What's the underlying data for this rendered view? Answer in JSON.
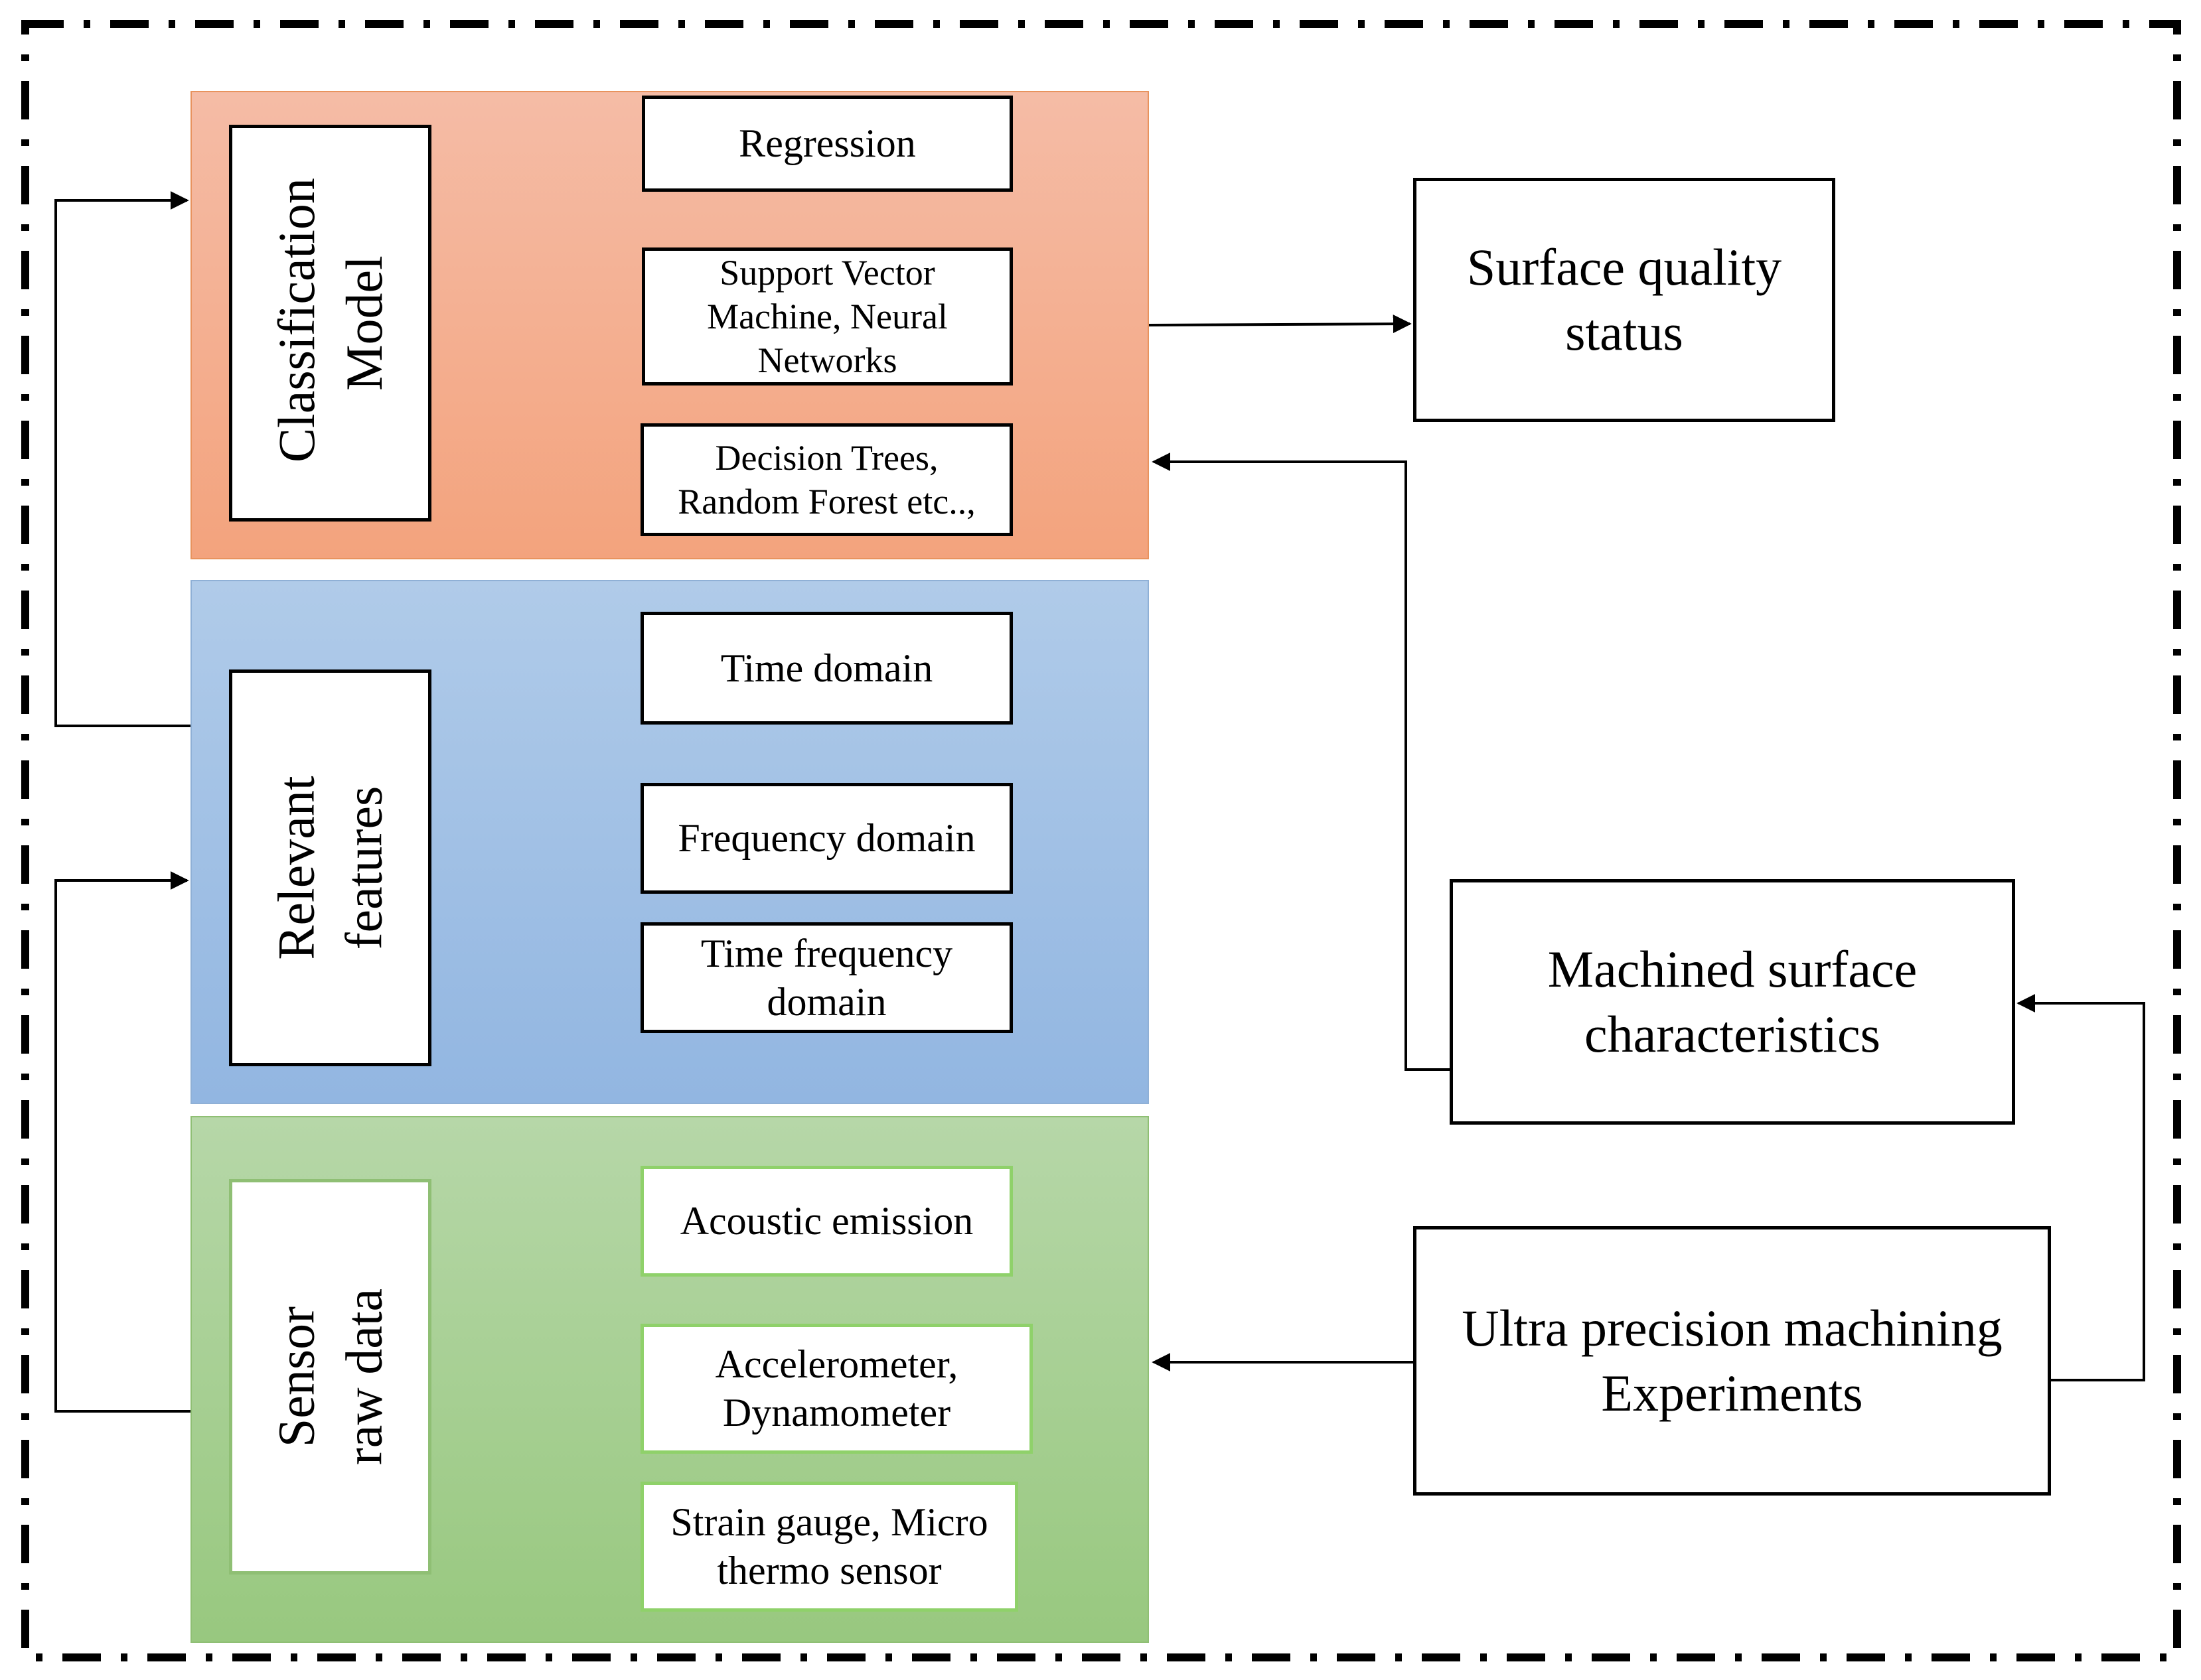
{
  "diagram": {
    "classification_panel": {
      "title": "Classification Model",
      "items": [
        "Regression",
        "Support Vector Machine, Neural Networks",
        "Decision Trees, Random Forest etc..,"
      ],
      "color": "#f3a37d"
    },
    "features_panel": {
      "title": "Relevant features",
      "items": [
        "Time domain",
        "Frequency domain",
        "Time frequency domain"
      ],
      "color": "#92b6e1"
    },
    "sensor_panel": {
      "title": "Sensor raw data",
      "items": [
        "Acoustic emission",
        "Accelerometer, Dynamometer",
        "Strain gauge, Micro thermo sensor"
      ],
      "color": "#98c87f"
    },
    "surface_quality_status": "Surface quality status",
    "machined_surface_characteristics": "Machined surface characteristics",
    "ultra_precision_experiments": "Ultra precision machining Experiments"
  }
}
